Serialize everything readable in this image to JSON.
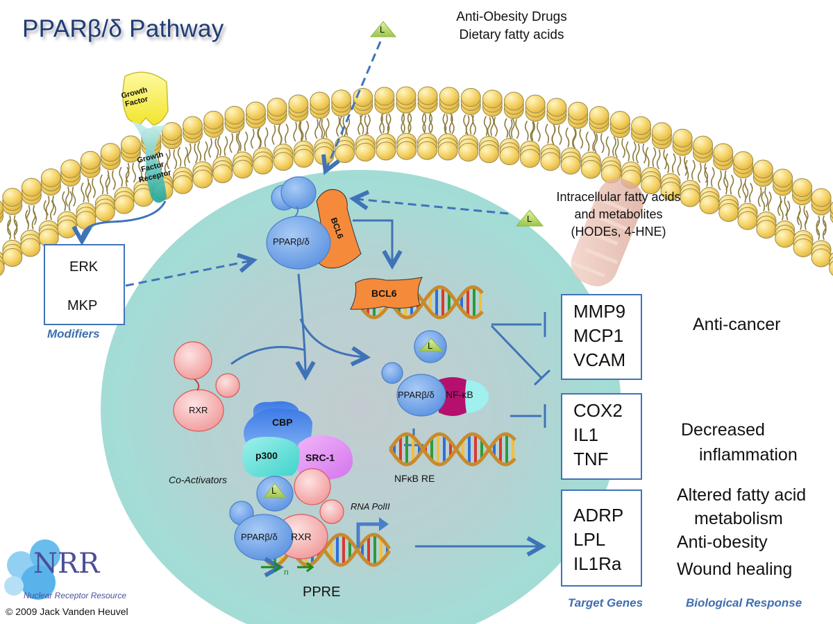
{
  "title": "PPARβ/δ Pathway",
  "extracellular_ligands": {
    "ligand_symbol": "L",
    "line1": "Anti-Obesity Drugs",
    "line2": "Dietary fatty acids"
  },
  "membrane": {
    "growth_factor": [
      "Growth",
      "Factor"
    ],
    "growth_factor_receptor": [
      "Growth",
      "Factor",
      "Receptor"
    ]
  },
  "intracellular_ligands": {
    "ligand_symbol": "L",
    "line1": "Intracellular fatty acids",
    "line2": "and metabolites",
    "line3": "(HODEs, 4-HNE)"
  },
  "modifiers": {
    "items": [
      "ERK",
      "MKP"
    ],
    "label": "Modifiers"
  },
  "nucleus": {
    "pparbd_label": "PPARβ/δ",
    "bcl6_label": "BCL6",
    "rxr_label": "RXR",
    "coactivators": [
      "CBP",
      "p300",
      "SRC-1"
    ],
    "coactivators_label": "Co-Activators",
    "ligand_symbol": "L",
    "nfkb_label": "NF-κB",
    "nfkb_re_label": "NFκB RE",
    "rna_pol_label": "RNA PolII",
    "ppre_label": "PPRE",
    "spacer_label": "n"
  },
  "target_genes": {
    "groups": [
      [
        "MMP9",
        "MCP1",
        "VCAM"
      ],
      [
        "COX2",
        "IL1",
        "TNF"
      ],
      [
        "ADRP",
        "LPL",
        "IL1Ra"
      ]
    ],
    "label": "Target Genes"
  },
  "biological_response": {
    "items": [
      [
        "Anti-cancer"
      ],
      [
        "Decreased",
        "inflammation"
      ],
      [
        "Altered fatty acid",
        "metabolism",
        "Anti-obesity",
        "Wound healing"
      ]
    ],
    "label": "Biological Response"
  },
  "logo": {
    "initials": "NRR",
    "name": "Nuclear Receptor Resource"
  },
  "copyright": "© 2009 Jack Vanden Heuvel",
  "colors": {
    "title": "#1f3c73",
    "arrow": "#3f73b8",
    "ppar": "#6aa0e6",
    "rxr": "#f4a4a4",
    "bcl6": "#f58a3a",
    "ligand": "#b5d66a",
    "nucleus": "#9fd9d2",
    "membrane_head": "#f5d266"
  }
}
